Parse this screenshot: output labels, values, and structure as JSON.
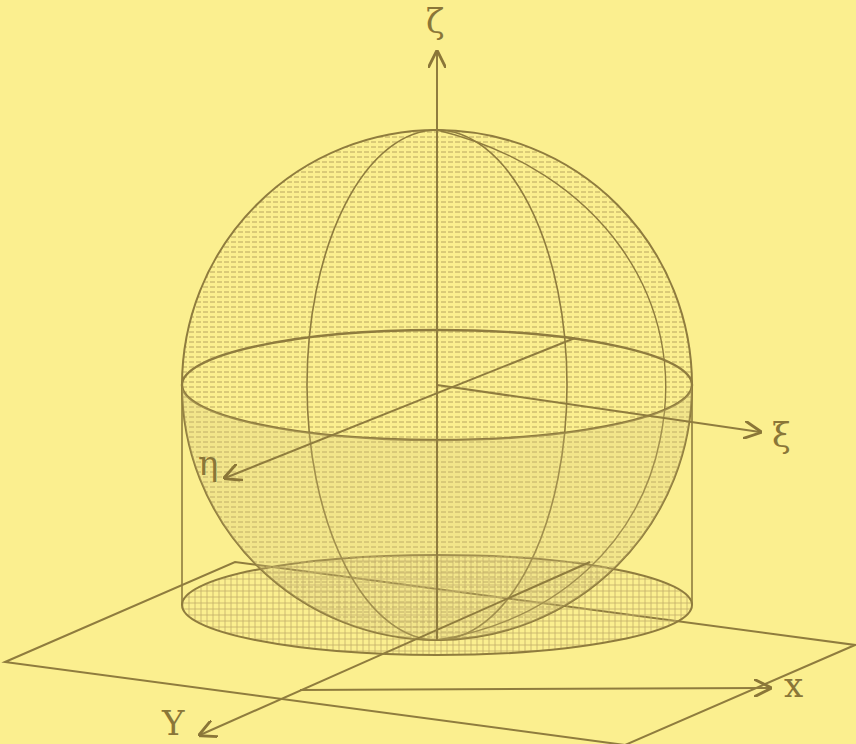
{
  "diagram": {
    "labels": [
      "ζ",
      "ξ",
      "η",
      "x",
      "Y"
    ]
  }
}
